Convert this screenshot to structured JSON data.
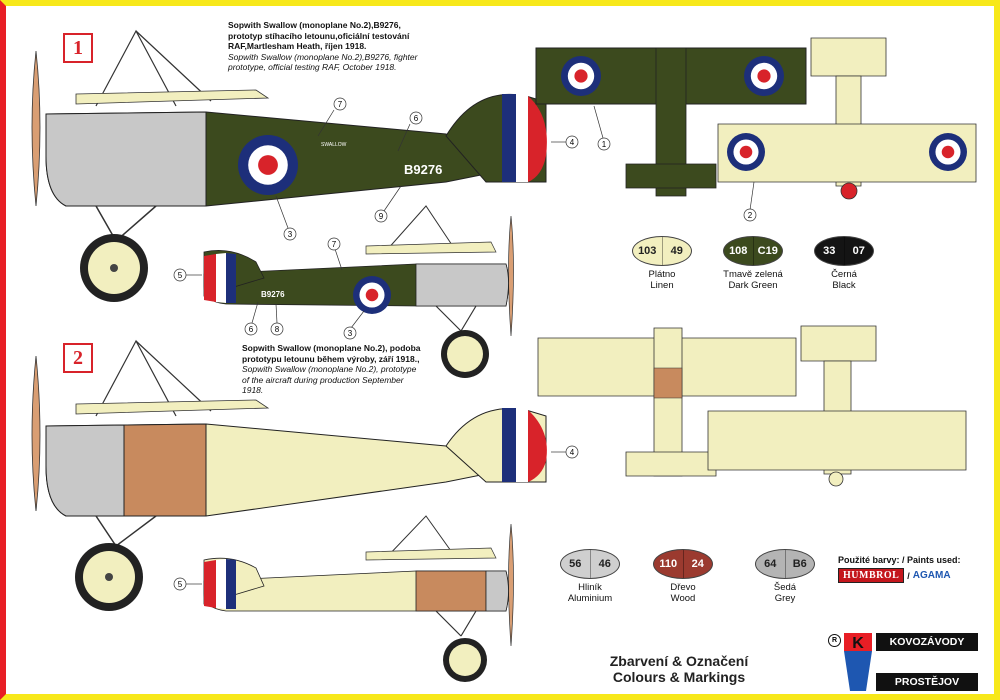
{
  "profiles": [
    {
      "number": "1",
      "caption_cz": "Sopwith Swallow (monoplane No.2),B9276, prototyp stíhacího letounu,oficiální testování RAF,Martlesham Heath, říjen 1918.",
      "caption_en": "Sopwith Swallow (monoplane No.2),B9276, fighter prototype, official testing RAF, October 1918."
    },
    {
      "number": "2",
      "caption_cz": "Sopwith Swallow (monoplane No.2), podoba prototypu letounu během výroby, září 1918.,",
      "caption_en": "Sopwith Swallow (monoplane No.2), prototype of the aircraft during production September 1918."
    }
  ],
  "serial": "B9276",
  "name_stencil": "SWALLOW",
  "callouts": [
    "1",
    "2",
    "3",
    "4",
    "5",
    "6",
    "7",
    "8",
    "9"
  ],
  "paints_row1": [
    {
      "a": "103",
      "b": "49",
      "cz": "Plátno",
      "en": "Linen",
      "color": "#f2efbf",
      "text": "#222"
    },
    {
      "a": "108",
      "b": "C19",
      "cz": "Tmavě zelená",
      "en": "Dark Green",
      "color": "#3c4a1e",
      "text": "#ffffff"
    },
    {
      "a": "33",
      "b": "07",
      "cz": "Černá",
      "en": "Black",
      "color": "#141414",
      "text": "#ffffff"
    }
  ],
  "paints_row2": [
    {
      "a": "56",
      "b": "46",
      "cz": "Hliník",
      "en": "Aluminium",
      "color": "#cfcfcf",
      "text": "#222"
    },
    {
      "a": "110",
      "b": "24",
      "cz": "Dřevo",
      "en": "Wood",
      "color": "#9b3a2f",
      "text": "#ffffff"
    },
    {
      "a": "64",
      "b": "B6",
      "cz": "Šedá",
      "en": "Grey",
      "color": "#b4b4b4",
      "text": "#222"
    }
  ],
  "paints_used_label": "Použité barvy: / Paints used:",
  "brand_humbrol": "HUMBROL",
  "brand_separator": "/",
  "brand_agama": "AGAMA",
  "title_cz": "Zbarvení & Označení",
  "title_en": "Colours & Markings",
  "logo_top": "KOVOZÁVODY",
  "logo_bottom": "PROSTĚJOV",
  "logo_letter": "K",
  "logo_reg": "R",
  "colors": {
    "dark_green": "#3c4a1e",
    "linen": "#f2efbf",
    "aluminium": "#c8c8c8",
    "wood": "#c88a5e",
    "roundel_blue": "#1d2f7a",
    "roundel_red": "#d8232a",
    "border_yellow": "#f7e81a",
    "border_red": "#e81e25"
  }
}
